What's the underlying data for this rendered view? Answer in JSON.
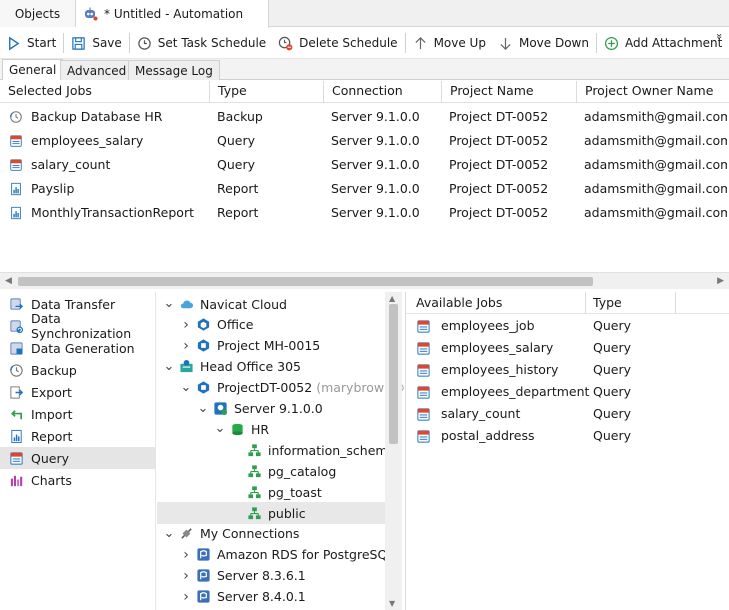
{
  "tabs": {
    "objects": "Objects",
    "automation": "* Untitled - Automation"
  },
  "toolbar": {
    "start": "Start",
    "save": "Save",
    "set_task_schedule": "Set Task Schedule",
    "delete_schedule": "Delete Schedule",
    "move_up": "Move Up",
    "move_down": "Move Down",
    "add_attachment": "Add Attachment",
    "more": "»"
  },
  "subtabs": [
    "General",
    "Advanced",
    "Message Log"
  ],
  "jobs": {
    "headers": [
      "Selected Jobs",
      "Type",
      "Connection",
      "Project Name",
      "Project Owner Name"
    ],
    "rows": [
      {
        "icon": "backup-icon",
        "name": "Backup Database HR",
        "type": "Backup",
        "connection": "Server 9.1.0.0",
        "project": "Project DT-0052",
        "owner": "adamsmith@gmail.com"
      },
      {
        "icon": "query-icon",
        "name": "employees_salary",
        "type": "Query",
        "connection": "Server 9.1.0.0",
        "project": "Project DT-0052",
        "owner": "adamsmith@gmail.com"
      },
      {
        "icon": "query-icon",
        "name": "salary_count",
        "type": "Query",
        "connection": "Server 9.1.0.0",
        "project": "Project DT-0052",
        "owner": "adamsmith@gmail.com"
      },
      {
        "icon": "report-icon",
        "name": "Payslip",
        "type": "Report",
        "connection": "Server 9.1.0.0",
        "project": "Project DT-0052",
        "owner": "adamsmith@gmail.com"
      },
      {
        "icon": "report-icon",
        "name": "MonthlyTransactionReport",
        "type": "Report",
        "connection": "Server 9.1.0.0",
        "project": "Project DT-0052",
        "owner": "adamsmith@gmail.com"
      }
    ]
  },
  "categories": [
    {
      "icon": "data-transfer-icon",
      "label": "Data Transfer"
    },
    {
      "icon": "data-synchronization-icon",
      "label": "Data Synchronization"
    },
    {
      "icon": "data-generation-icon",
      "label": "Data Generation"
    },
    {
      "icon": "backup-icon",
      "label": "Backup"
    },
    {
      "icon": "export-icon",
      "label": "Export"
    },
    {
      "icon": "import-icon",
      "label": "Import"
    },
    {
      "icon": "report-icon",
      "label": "Report"
    },
    {
      "icon": "query-icon",
      "label": "Query",
      "selected": true
    },
    {
      "icon": "charts-icon",
      "label": "Charts"
    }
  ],
  "tree": [
    {
      "level": 0,
      "arrow": "down",
      "icon": "cloud-icon",
      "label": "Navicat Cloud"
    },
    {
      "level": 1,
      "arrow": "right",
      "icon": "office-icon",
      "label": "Office"
    },
    {
      "level": 1,
      "arrow": "right",
      "icon": "project-icon",
      "label": "Project MH-0015"
    },
    {
      "level": 0,
      "arrow": "down",
      "icon": "server-group-icon",
      "label": "Head Office 305"
    },
    {
      "level": 1,
      "arrow": "down",
      "icon": "project-icon",
      "label": "ProjectDT-0052",
      "muted": "(marybrown@"
    },
    {
      "level": 2,
      "arrow": "down",
      "icon": "postgresql-server-icon",
      "label": "Server 9.1.0.0"
    },
    {
      "level": 3,
      "arrow": "down",
      "icon": "database-icon",
      "label": "HR"
    },
    {
      "level": 4,
      "arrow": "none",
      "icon": "schema-icon",
      "label": "information_schema"
    },
    {
      "level": 4,
      "arrow": "none",
      "icon": "schema-icon",
      "label": "pg_catalog"
    },
    {
      "level": 4,
      "arrow": "none",
      "icon": "schema-icon",
      "label": "pg_toast"
    },
    {
      "level": 4,
      "arrow": "none",
      "icon": "schema-icon",
      "label": "public",
      "selected": true
    },
    {
      "level": 0,
      "arrow": "down",
      "icon": "connection-icon",
      "label": "My Connections"
    },
    {
      "level": 1,
      "arrow": "right",
      "icon": "postgresql-icon",
      "label": "Amazon RDS for PostgreSQL"
    },
    {
      "level": 1,
      "arrow": "right",
      "icon": "postgresql-icon",
      "label": "Server 8.3.6.1"
    },
    {
      "level": 1,
      "arrow": "right",
      "icon": "postgresql-icon",
      "label": "Server 8.4.0.1"
    }
  ],
  "available": {
    "headers": [
      "Available Jobs",
      "Type"
    ],
    "rows": [
      {
        "name": "employees_job",
        "type": "Query"
      },
      {
        "name": "employees_salary",
        "type": "Query"
      },
      {
        "name": "employees_history",
        "type": "Query"
      },
      {
        "name": "employees_department",
        "type": "Query"
      },
      {
        "name": "salary_count",
        "type": "Query"
      },
      {
        "name": "postal_address",
        "type": "Query"
      }
    ]
  },
  "colors": {
    "accent_blue": "#1e73be",
    "query_red": "#e0462f",
    "schema_green": "#2e9d4f",
    "charts_purple": "#b13fa6",
    "selection_gray": "#e5e5e5"
  }
}
